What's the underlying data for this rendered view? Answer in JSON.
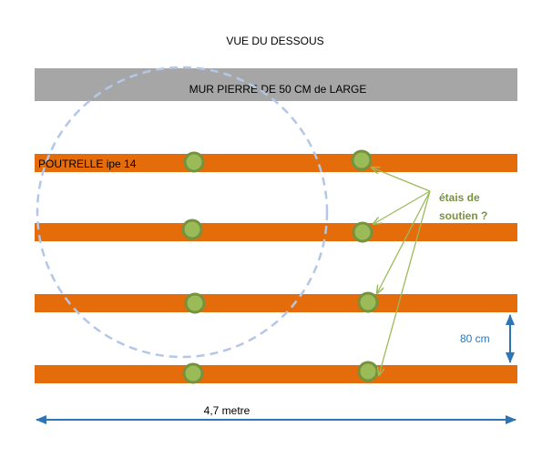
{
  "title": "VUE DU DESSOUS",
  "wall": {
    "label": "MUR PIERRE DE  50 CM de LARGE",
    "color": "#a6a6a6"
  },
  "beam": {
    "label": "POUTRELLE ipe 14",
    "color": "#e46c0a",
    "count": 4
  },
  "props": {
    "label_line1": "étais de",
    "label_line2": "soutien ?",
    "fill": "#9bbb59",
    "stroke": "#76923c",
    "label_color": "#77933c"
  },
  "dimensions": {
    "spacing": {
      "label": "80 cm",
      "color": "#2e75b6"
    },
    "width": {
      "label": "4,7 metre",
      "color": "#2e75b6"
    }
  },
  "circle_color": "#b4c7e7"
}
